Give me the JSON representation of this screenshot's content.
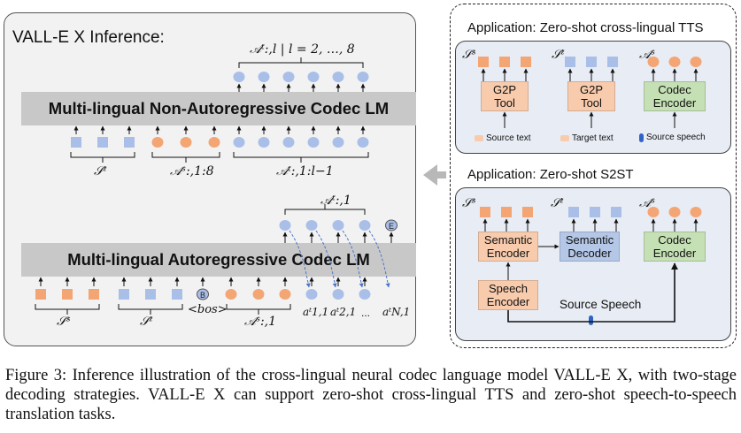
{
  "main_panel": {
    "title": "VALL-E X Inference:",
    "nar_label": "Multi-lingual Non-Autoregressive Codec LM",
    "ar_label": "Multi-lingual Autoregressive Codec LM"
  },
  "math": {
    "nar_out": "𝒜ᵗ:,l | l = 2, …, 8",
    "s_t": "𝒮ᵗ",
    "s_s": "𝒮ˢ",
    "a_s_1_8": "𝒜ˢ:,1:8",
    "a_t_1_l": "𝒜ᵗ:,1:l−1",
    "a_t_1": "𝒜ᵗ:,1",
    "a_s_1": "𝒜ˢ:,1",
    "bos": "<bos>",
    "a11": "aᵗ1,1",
    "a21": "aᵗ2,1",
    "dots": "...",
    "aN1": "aᵗN,1",
    "b_token": "B",
    "e_token": "E"
  },
  "app_tts": {
    "title": "Application: Zero-shot cross-lingual TTS",
    "s_s": "𝒮ˢ",
    "s_t": "𝒮ᵗ",
    "a_s": "𝒜ˢ",
    "g2p_1": "G2P\nTool",
    "g2p_2": "G2P\nTool",
    "codec": "Codec\nEncoder",
    "source_text": "Source text",
    "target_text": "Target text",
    "source_speech": "Source speech"
  },
  "app_s2st": {
    "title": "Application: Zero-shot S2ST",
    "s_s": "𝒮ˢ",
    "s_t": "𝒮ᵗ",
    "a_s": "𝒜ˢ",
    "semantic_encoder": "Semantic\nEncoder",
    "semantic_decoder": "Semantic\nDecoder",
    "codec": "Codec\nEncoder",
    "speech_encoder": "Speech\nEncoder",
    "source_speech": "Source Speech"
  },
  "caption": "Figure 3: Inference illustration of the cross-lingual neural codec language model VALL-E X, with two-stage decoding strategies. VALL-E X can support zero-shot cross-lingual TTS and zero-shot speech-to-speech translation tasks.",
  "colors": {
    "orange_token": "#f4a574",
    "blue_token": "#a9bfe8",
    "lm_bar": "#c8c8c8",
    "peach_box": "#f8cbad",
    "green_box": "#c5e0b4",
    "blue_box": "#b4c7e7",
    "dash_arrow": "#4a74c9"
  }
}
